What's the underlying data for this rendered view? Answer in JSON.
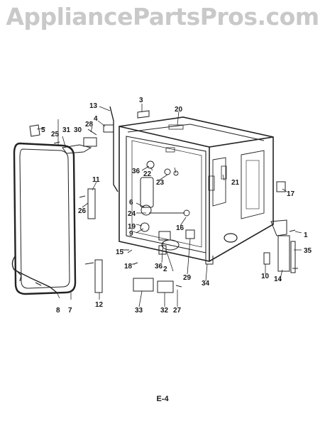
{
  "watermark": "AppliancePartsPros.com",
  "page_label": "E-4",
  "callouts": [
    "1",
    "2",
    "3",
    "4",
    "5",
    "6",
    "7",
    "8",
    "9",
    "10",
    "11",
    "12",
    "13",
    "14",
    "15",
    "16",
    "17",
    "18",
    "19",
    "20",
    "21",
    "22",
    "23",
    "24",
    "25",
    "26",
    "27",
    "28",
    "29",
    "30",
    "31",
    "32",
    "33",
    "34",
    "35",
    "36",
    "36"
  ],
  "colors": {
    "line": "#222222",
    "watermark": "#c9c9c9",
    "background": "#ffffff"
  }
}
